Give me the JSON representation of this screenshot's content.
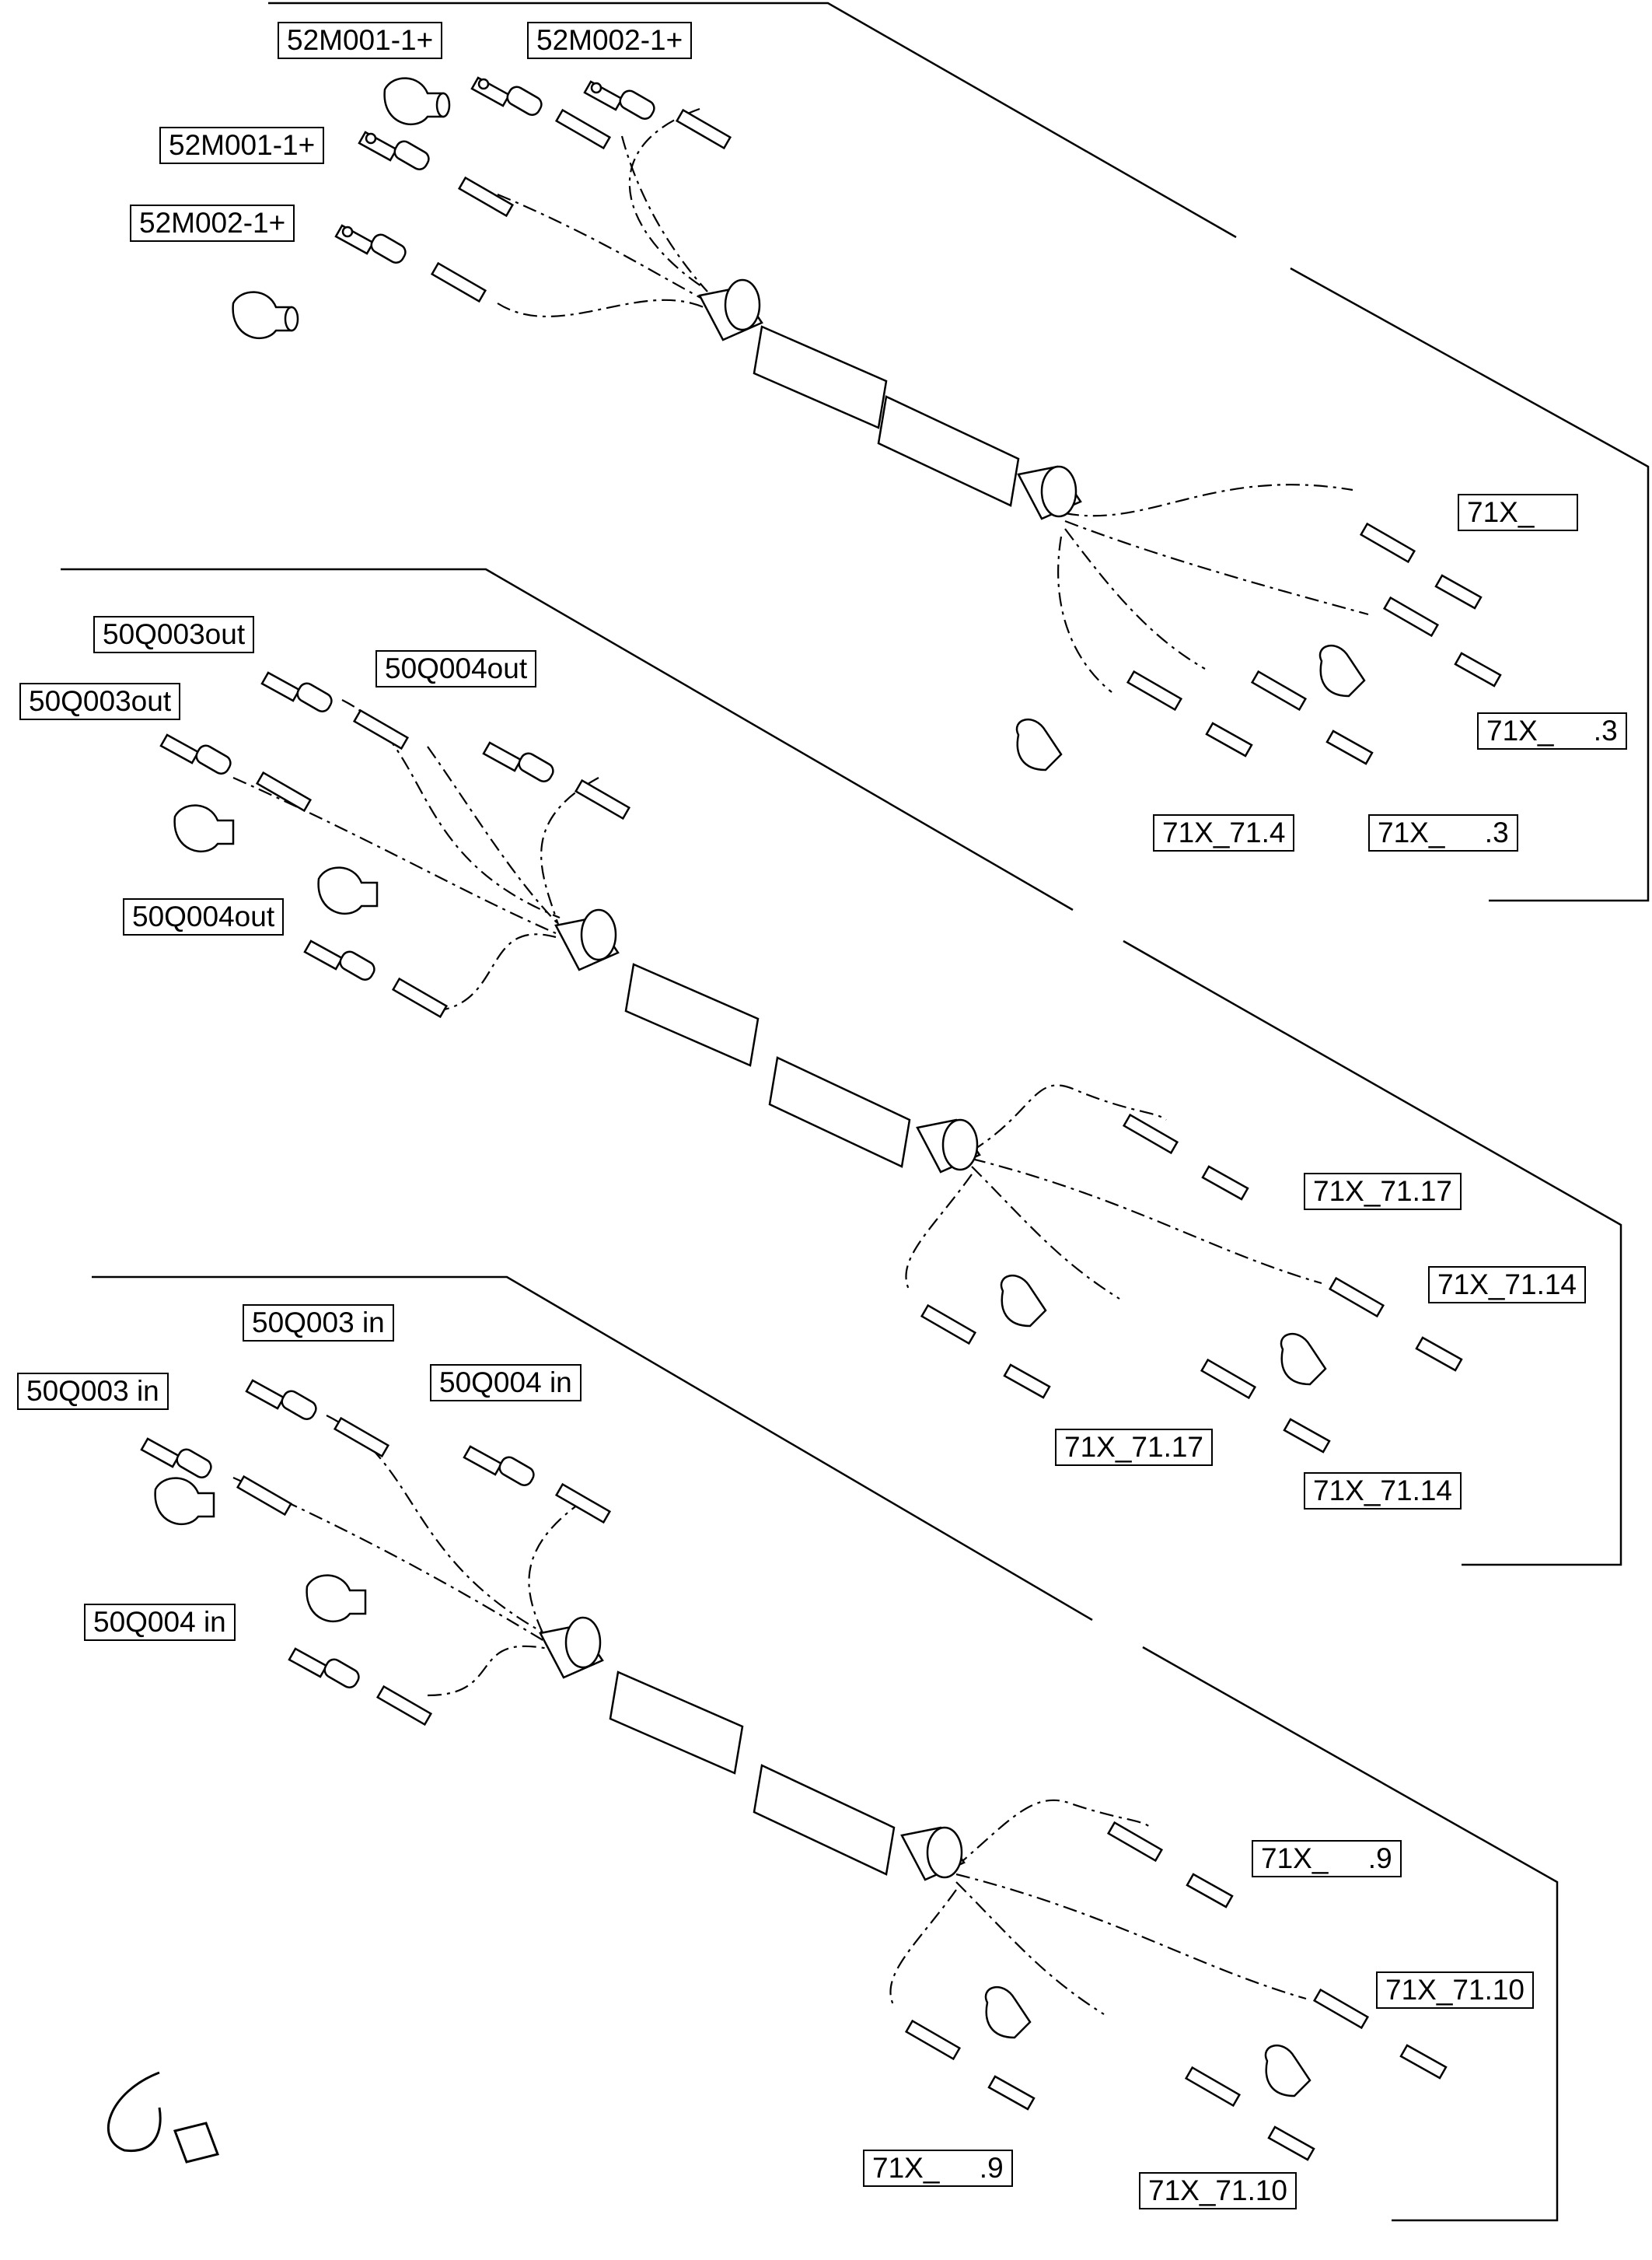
{
  "labels": {
    "a1": "52M001-1+",
    "a2": "52M002-1+",
    "a3": "52M001-1+",
    "a4": "52M002-1+",
    "a5": "71X_",
    "a6": "71X_     .3",
    "a7": "71X_71.4",
    "a8": "71X_     .3",
    "b1": "50Q003out",
    "b2": "50Q004out",
    "b3": "50Q003out",
    "b4": "50Q004out",
    "b5": "71X_71.17",
    "b6": "71X_71.14",
    "b7": "71X_71.17",
    "b8": "71X_71.14",
    "c1": "50Q003 in",
    "c2": "50Q003 in",
    "c3": "50Q004 in",
    "c4": "50Q004 in",
    "c5": "71X_     .9",
    "c6": "71X_71.10",
    "c7": "71X_     .9",
    "c8": "71X_71.10"
  },
  "icons": [
    "ring-terminal-icon",
    "wire-ferrule-icon",
    "boot-cap-icon",
    "corrugated-sleeve-icon",
    "cable-tie-icon",
    "sleeve-clip-icon"
  ]
}
